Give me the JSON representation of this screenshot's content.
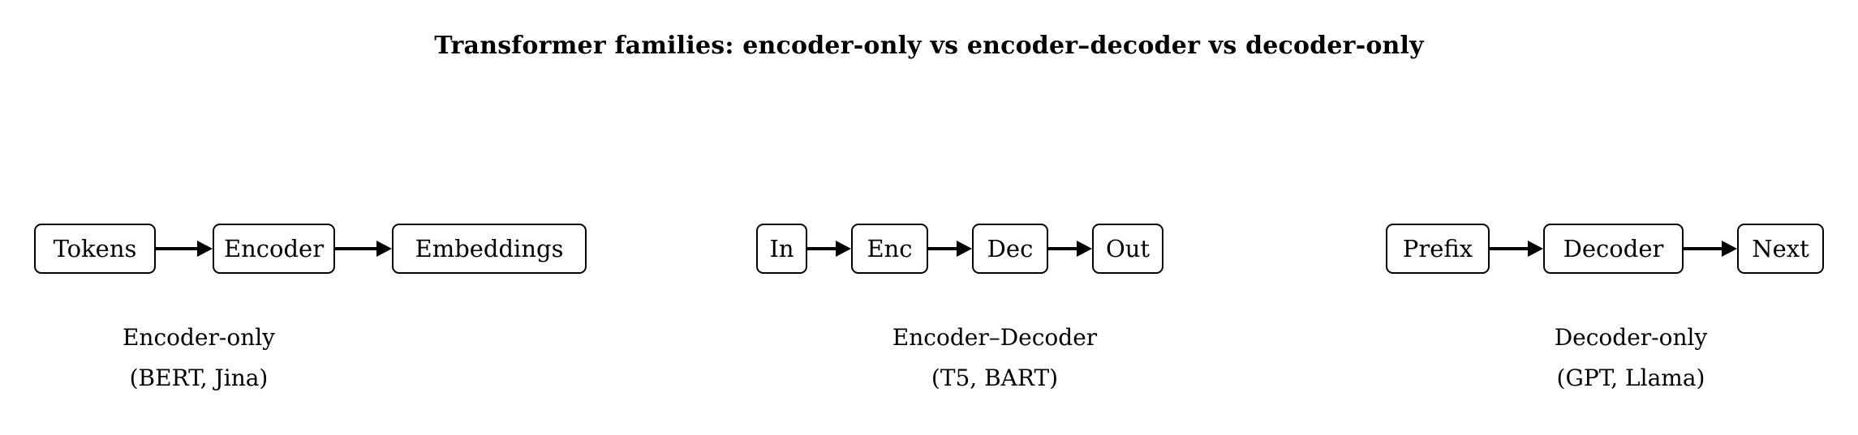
{
  "title": "Transformer families: encoder-only vs encoder–decoder vs decoder-only",
  "colors": {
    "background": "#ffffff",
    "stroke": "#000000",
    "text": "#000000",
    "box_fill": "#ffffff"
  },
  "groups": [
    {
      "id": "encoder-only",
      "nodes": [
        {
          "label": "Tokens"
        },
        {
          "label": "Encoder"
        },
        {
          "label": "Embeddings"
        }
      ],
      "arrows": [
        "arrow-right-icon",
        "arrow-right-icon"
      ],
      "caption_line1": "Encoder-only",
      "caption_line2": "(BERT, Jina)"
    },
    {
      "id": "encoder-decoder",
      "nodes": [
        {
          "label": "In"
        },
        {
          "label": "Enc"
        },
        {
          "label": "Dec"
        },
        {
          "label": "Out"
        }
      ],
      "arrows": [
        "arrow-right-icon",
        "arrow-right-icon",
        "arrow-right-icon"
      ],
      "caption_line1": "Encoder–Decoder",
      "caption_line2": "(T5, BART)"
    },
    {
      "id": "decoder-only",
      "nodes": [
        {
          "label": "Prefix"
        },
        {
          "label": "Decoder"
        },
        {
          "label": "Next"
        }
      ],
      "arrows": [
        "arrow-right-icon",
        "arrow-right-icon"
      ],
      "caption_line1": "Decoder-only",
      "caption_line2": "(GPT, Llama)"
    }
  ]
}
